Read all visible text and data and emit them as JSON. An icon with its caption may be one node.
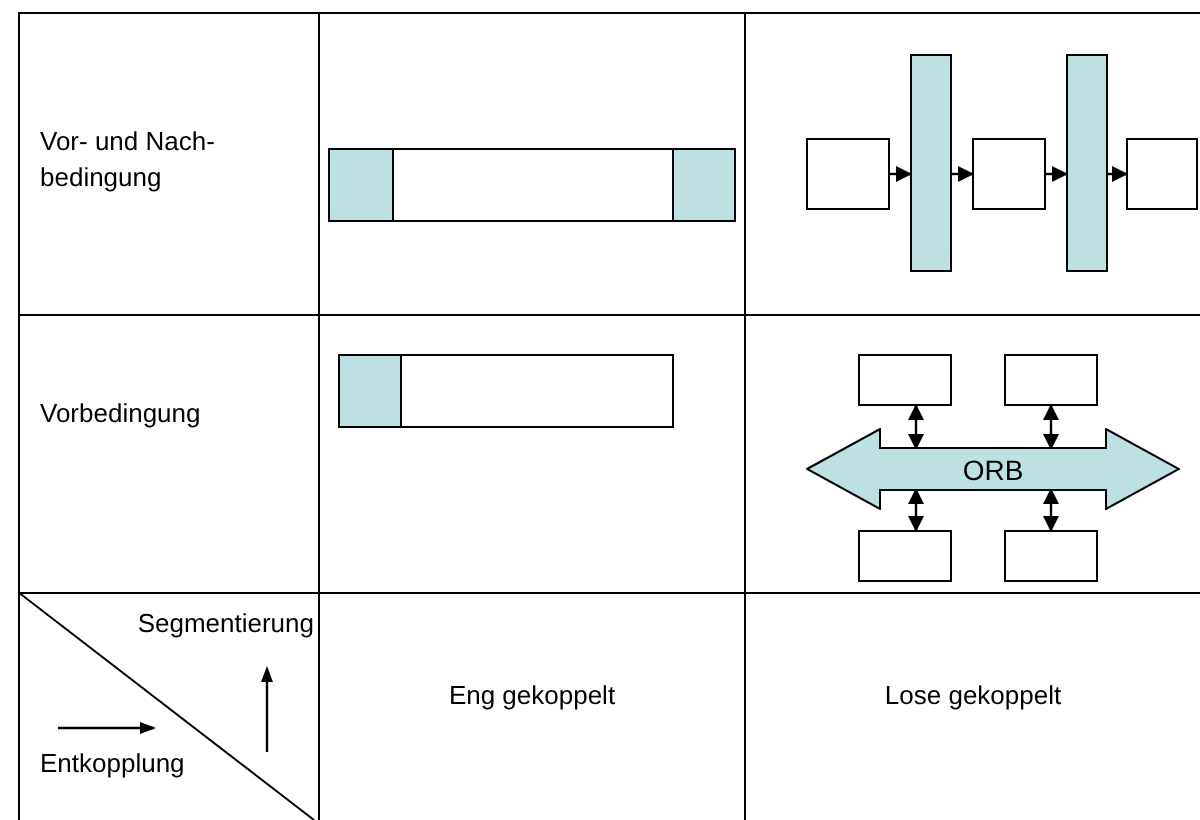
{
  "diagram": {
    "nodes": [
      {
        "text": [],
        "shape": "box"
      },
      {
        "text": [],
        "shape": "bar"
      },
      {
        "text": [],
        "shape": "box"
      },
      {
        "text": [],
        "shape": "bar"
      },
      {
        "text": [],
        "shape": "box"
      },
      {
        "text": [],
        "shape": "box"
      },
      {
        "text": [],
        "shape": "box"
      },
      {
        "text": [
          "ORB"
        ]
      },
      {
        "text": [],
        "shape": "box"
      },
      {
        "text": [],
        "shape": "box"
      }
    ],
    "edges": [
      {
        "from": 0,
        "to": 1,
        "arrow": "to"
      },
      {
        "from": 1,
        "to": 2,
        "arrow": "to"
      },
      {
        "from": 2,
        "to": 3,
        "arrow": "to"
      },
      {
        "from": 3,
        "to": 4,
        "arrow": "to"
      },
      {
        "from": 5,
        "to": 7,
        "arrow": "both"
      },
      {
        "from": 6,
        "to": 7,
        "arrow": "both"
      },
      {
        "from": 7,
        "to": 8,
        "arrow": "both"
      },
      {
        "from": 7,
        "to": 9,
        "arrow": "both"
      }
    ],
    "labels": [
      "Vor- und Nach-bedingung",
      "Vorbedingung",
      "Segmentierung",
      "Entkopplung",
      "Eng gekoppelt",
      "Lose gekoppelt"
    ]
  }
}
